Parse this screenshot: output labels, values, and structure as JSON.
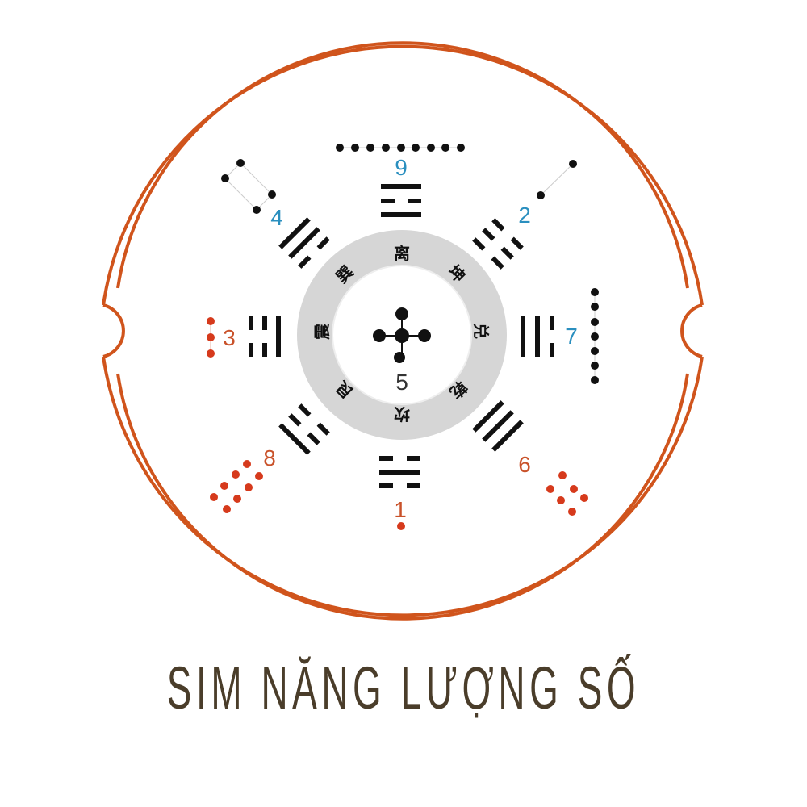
{
  "brand": {
    "name": "SIM NĂNG LƯỢNG SỐ",
    "text_color": "#4a3d2a",
    "ring_color": "#d0541c"
  },
  "diagram": {
    "center": {
      "number": "5",
      "dots": 5
    },
    "ring_characters": [
      "离",
      "坤",
      "兑",
      "乾",
      "坎",
      "艮",
      "震",
      "巽"
    ],
    "directions": [
      {
        "position": "top",
        "number": "9",
        "color": "#2a8fbf",
        "dots": 9,
        "dot_color": "#111111",
        "trigram": "☲"
      },
      {
        "position": "top-right",
        "number": "2",
        "color": "#2a8fbf",
        "dots": 2,
        "dot_color": "#111111",
        "trigram": "☷"
      },
      {
        "position": "right",
        "number": "7",
        "color": "#2a8fbf",
        "dots": 7,
        "dot_color": "#111111",
        "trigram": "☱"
      },
      {
        "position": "bottom-right",
        "number": "6",
        "color": "#c9522a",
        "dots": 6,
        "dot_color": "#d63a1c",
        "trigram": "☰"
      },
      {
        "position": "bottom",
        "number": "1",
        "color": "#c9522a",
        "dots": 1,
        "dot_color": "#d63a1c",
        "trigram": "☵"
      },
      {
        "position": "bottom-left",
        "number": "8",
        "color": "#c9522a",
        "dots": 8,
        "dot_color": "#d63a1c",
        "trigram": "☶"
      },
      {
        "position": "left",
        "number": "3",
        "color": "#c9522a",
        "dots": 3,
        "dot_color": "#d63a1c",
        "trigram": "☳"
      },
      {
        "position": "top-left",
        "number": "4",
        "color": "#2a8fbf",
        "dots": 4,
        "dot_color": "#111111",
        "trigram": "☴"
      }
    ]
  }
}
